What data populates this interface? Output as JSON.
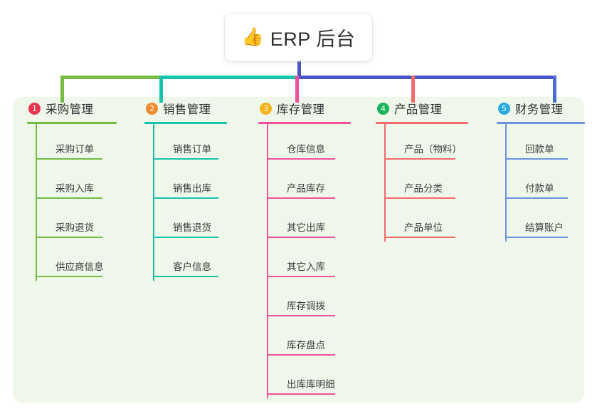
{
  "title": {
    "emoji": "👍",
    "emoji_name": "thumbs-up-icon",
    "text": "ERP 后台"
  },
  "colors": {
    "panel_background": "#eef7e9",
    "page_background": "#ffffff",
    "stem": "#4a55c4",
    "bus_left": "#76bc43",
    "bus_mid": "#18c3ab",
    "bus_right": "#4a55c4"
  },
  "columns": [
    {
      "index": "1",
      "badge": "1",
      "badge_color": "#e8354f",
      "line_color": "#76bc43",
      "title": "采购管理",
      "items": [
        "采购订单",
        "采购入库",
        "采购退货",
        "供应商信息"
      ]
    },
    {
      "index": "2",
      "badge": "2",
      "badge_color": "#f08a2e",
      "line_color": "#18c3ab",
      "title": "销售管理",
      "items": [
        "销售订单",
        "销售出库",
        "销售退货",
        "客户信息"
      ]
    },
    {
      "index": "3",
      "badge": "3",
      "badge_color": "#f5b21a",
      "line_color": "#f0519a",
      "title": "库存管理",
      "items": [
        "仓库信息",
        "产品库存",
        "其它出库",
        "其它入库",
        "库存调拨",
        "库存盘点",
        "出库库明细"
      ]
    },
    {
      "index": "4",
      "badge": "4",
      "badge_color": "#19b55c",
      "line_color": "#f56a6a",
      "title": "产品管理",
      "items": [
        "产品（物料）",
        "产品分类",
        "产品单位"
      ]
    },
    {
      "index": "5",
      "badge": "5",
      "badge_color": "#29a9e0",
      "line_color": "#6b93e0",
      "title": "财务管理",
      "items": [
        "回款单",
        "付款单",
        "结算账户"
      ]
    }
  ]
}
